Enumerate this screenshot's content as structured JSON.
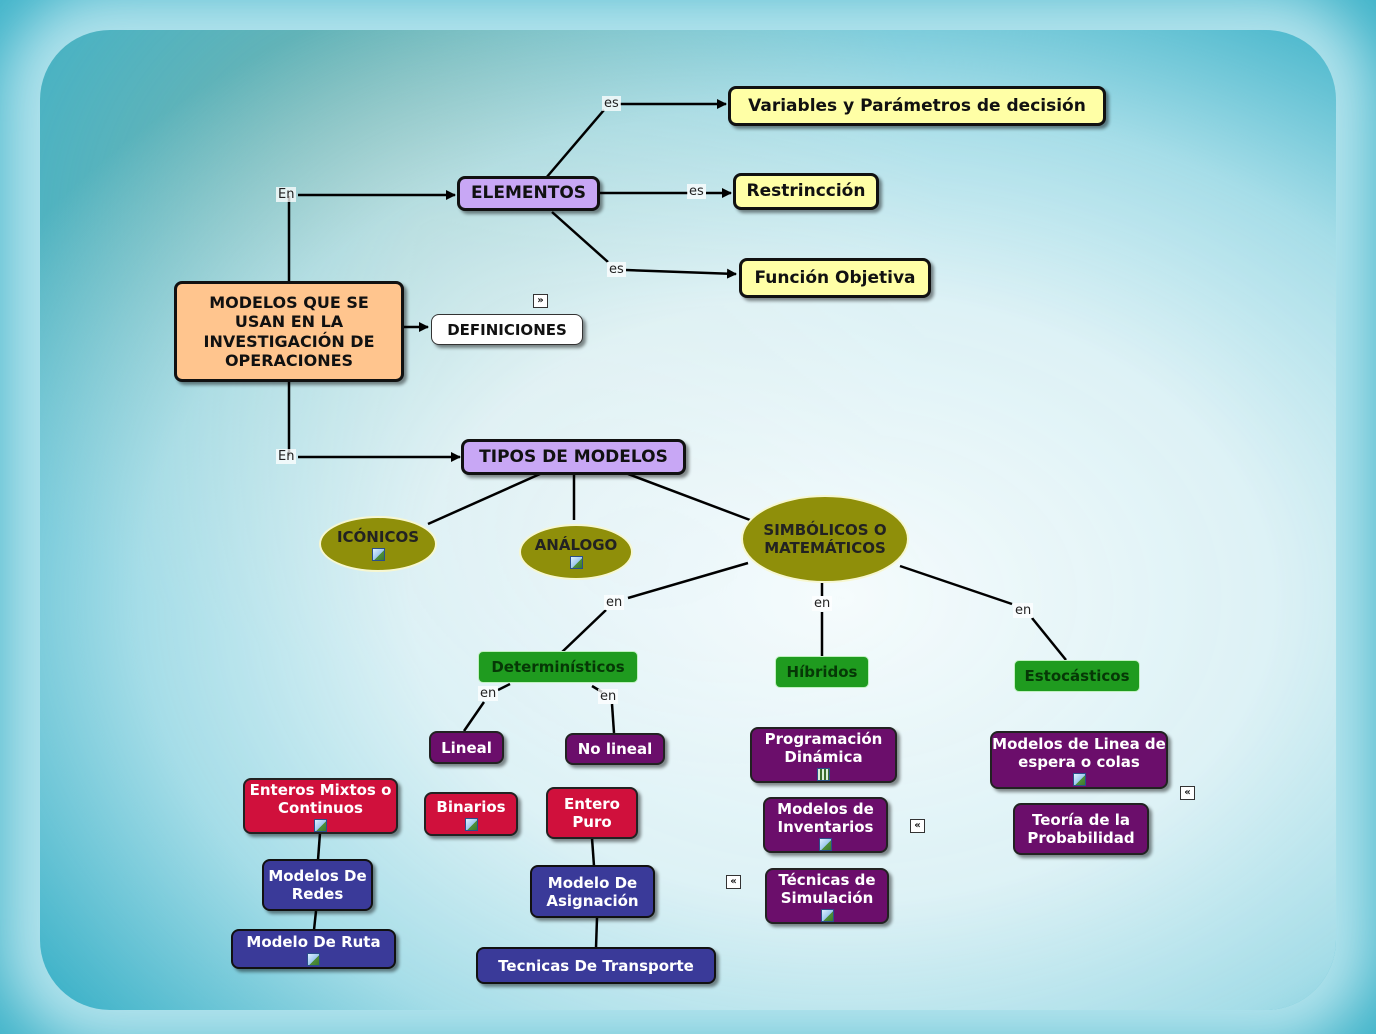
{
  "labels": {
    "en": "En",
    "es": "es",
    "en_lower": "en"
  },
  "nodes": {
    "main": "MODELOS QUE SE USAN EN LA INVESTIGACIÓN DE OPERACIONES",
    "elementos": "ELEMENTOS",
    "definiciones": "DEFINICIONES",
    "tipos": "TIPOS DE MODELOS",
    "variables": "Variables y Parámetros de decisión",
    "restriccion": "Restrincción",
    "funcion": "Función Objetiva",
    "iconicos": "ICÓNICOS",
    "analogo": "ANÁLOGO",
    "simbolicos": "SIMBÓLICOS O MATEMÁTICOS",
    "deterministicos": "Determinísticos",
    "hibridos": "Híbridos",
    "estocasticos": "Estocásticos",
    "lineal": "Lineal",
    "no_lineal": "No lineal",
    "enteros_mixtos": "Enteros Mixtos o Continuos",
    "binarios": "Binarios",
    "entero_puro": "Entero Puro",
    "modelos_redes": "Modelos De Redes",
    "modelo_ruta": "Modelo De Ruta",
    "modelo_asignacion": "Modelo  De Asignación",
    "tecnicas_transporte": "Tecnicas  De Transporte",
    "programacion_dinamica": "Programación Dinámica",
    "modelos_inventarios": "Modelos de Inventarios",
    "tecnicas_simulacion": "Técnicas de Simulación",
    "modelos_linea_espera": "Modelos de Linea de espera o colas",
    "teoria_probabilidad": "Teoría de la Probabilidad"
  },
  "markers": {
    "forward": "»",
    "back": "«"
  },
  "colors": {
    "background": "#3fb3c9",
    "yellow": "#ffffa6",
    "lilac": "#c8a7f5",
    "peach": "#ffc58e",
    "olive": "#8f8f0a",
    "green": "#1f9b1f",
    "purple": "#6b0e6b",
    "red": "#d0103c",
    "navy": "#3a3a99"
  }
}
